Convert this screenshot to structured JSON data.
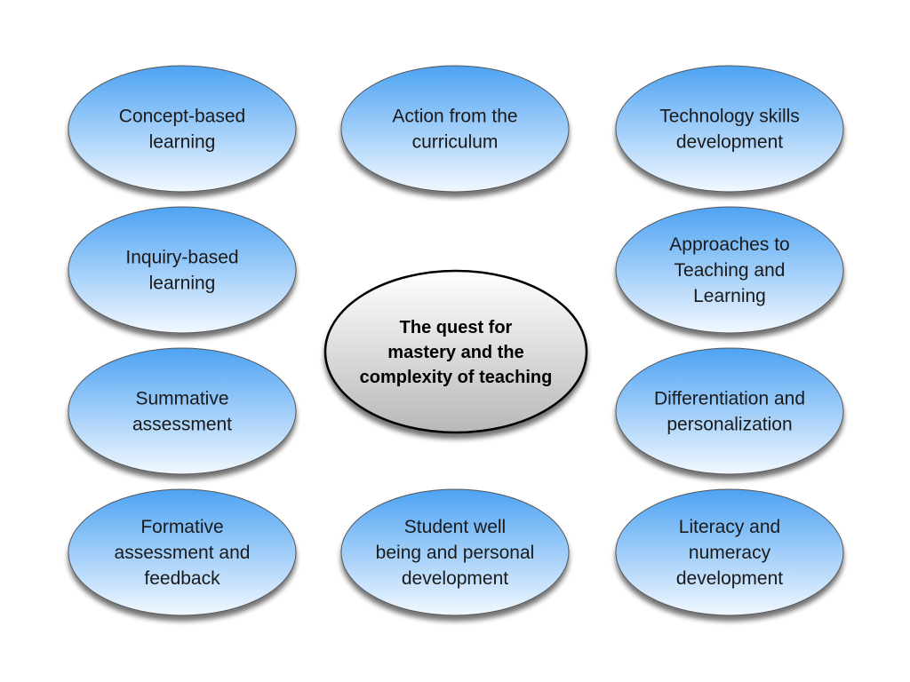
{
  "center": {
    "lines": [
      "The quest for",
      "mastery and the",
      "complexity of teaching"
    ]
  },
  "nodes": [
    {
      "id": "concept-based-learning",
      "lines": [
        "Concept-based",
        "learning"
      ]
    },
    {
      "id": "action-from-the-curriculum",
      "lines": [
        "Action from the",
        "curriculum"
      ]
    },
    {
      "id": "technology-skills-development",
      "lines": [
        "Technology skills",
        "development"
      ]
    },
    {
      "id": "inquiry-based-learning",
      "lines": [
        "Inquiry-based",
        "learning"
      ]
    },
    {
      "id": "approaches-to-teaching-and-learning",
      "lines": [
        "Approaches to",
        "Teaching and",
        "Learning"
      ]
    },
    {
      "id": "summative-assessment",
      "lines": [
        "Summative",
        "assessment"
      ]
    },
    {
      "id": "differentiation-and-personalization",
      "lines": [
        "Differentiation and",
        "personalization"
      ]
    },
    {
      "id": "formative-assessment-and-feedback",
      "lines": [
        "Formative",
        "assessment and",
        "feedback"
      ]
    },
    {
      "id": "student-well-being",
      "lines": [
        "Student well",
        "being and personal",
        "development"
      ]
    },
    {
      "id": "literacy-and-numeracy-development",
      "lines": [
        "Literacy and",
        "numeracy",
        "development"
      ]
    }
  ],
  "colors": {
    "blue_top": "#4da3f3",
    "blue_bottom": "#f2f8ff",
    "center_top": "#ffffff",
    "center_bottom": "#b8b8b8"
  }
}
